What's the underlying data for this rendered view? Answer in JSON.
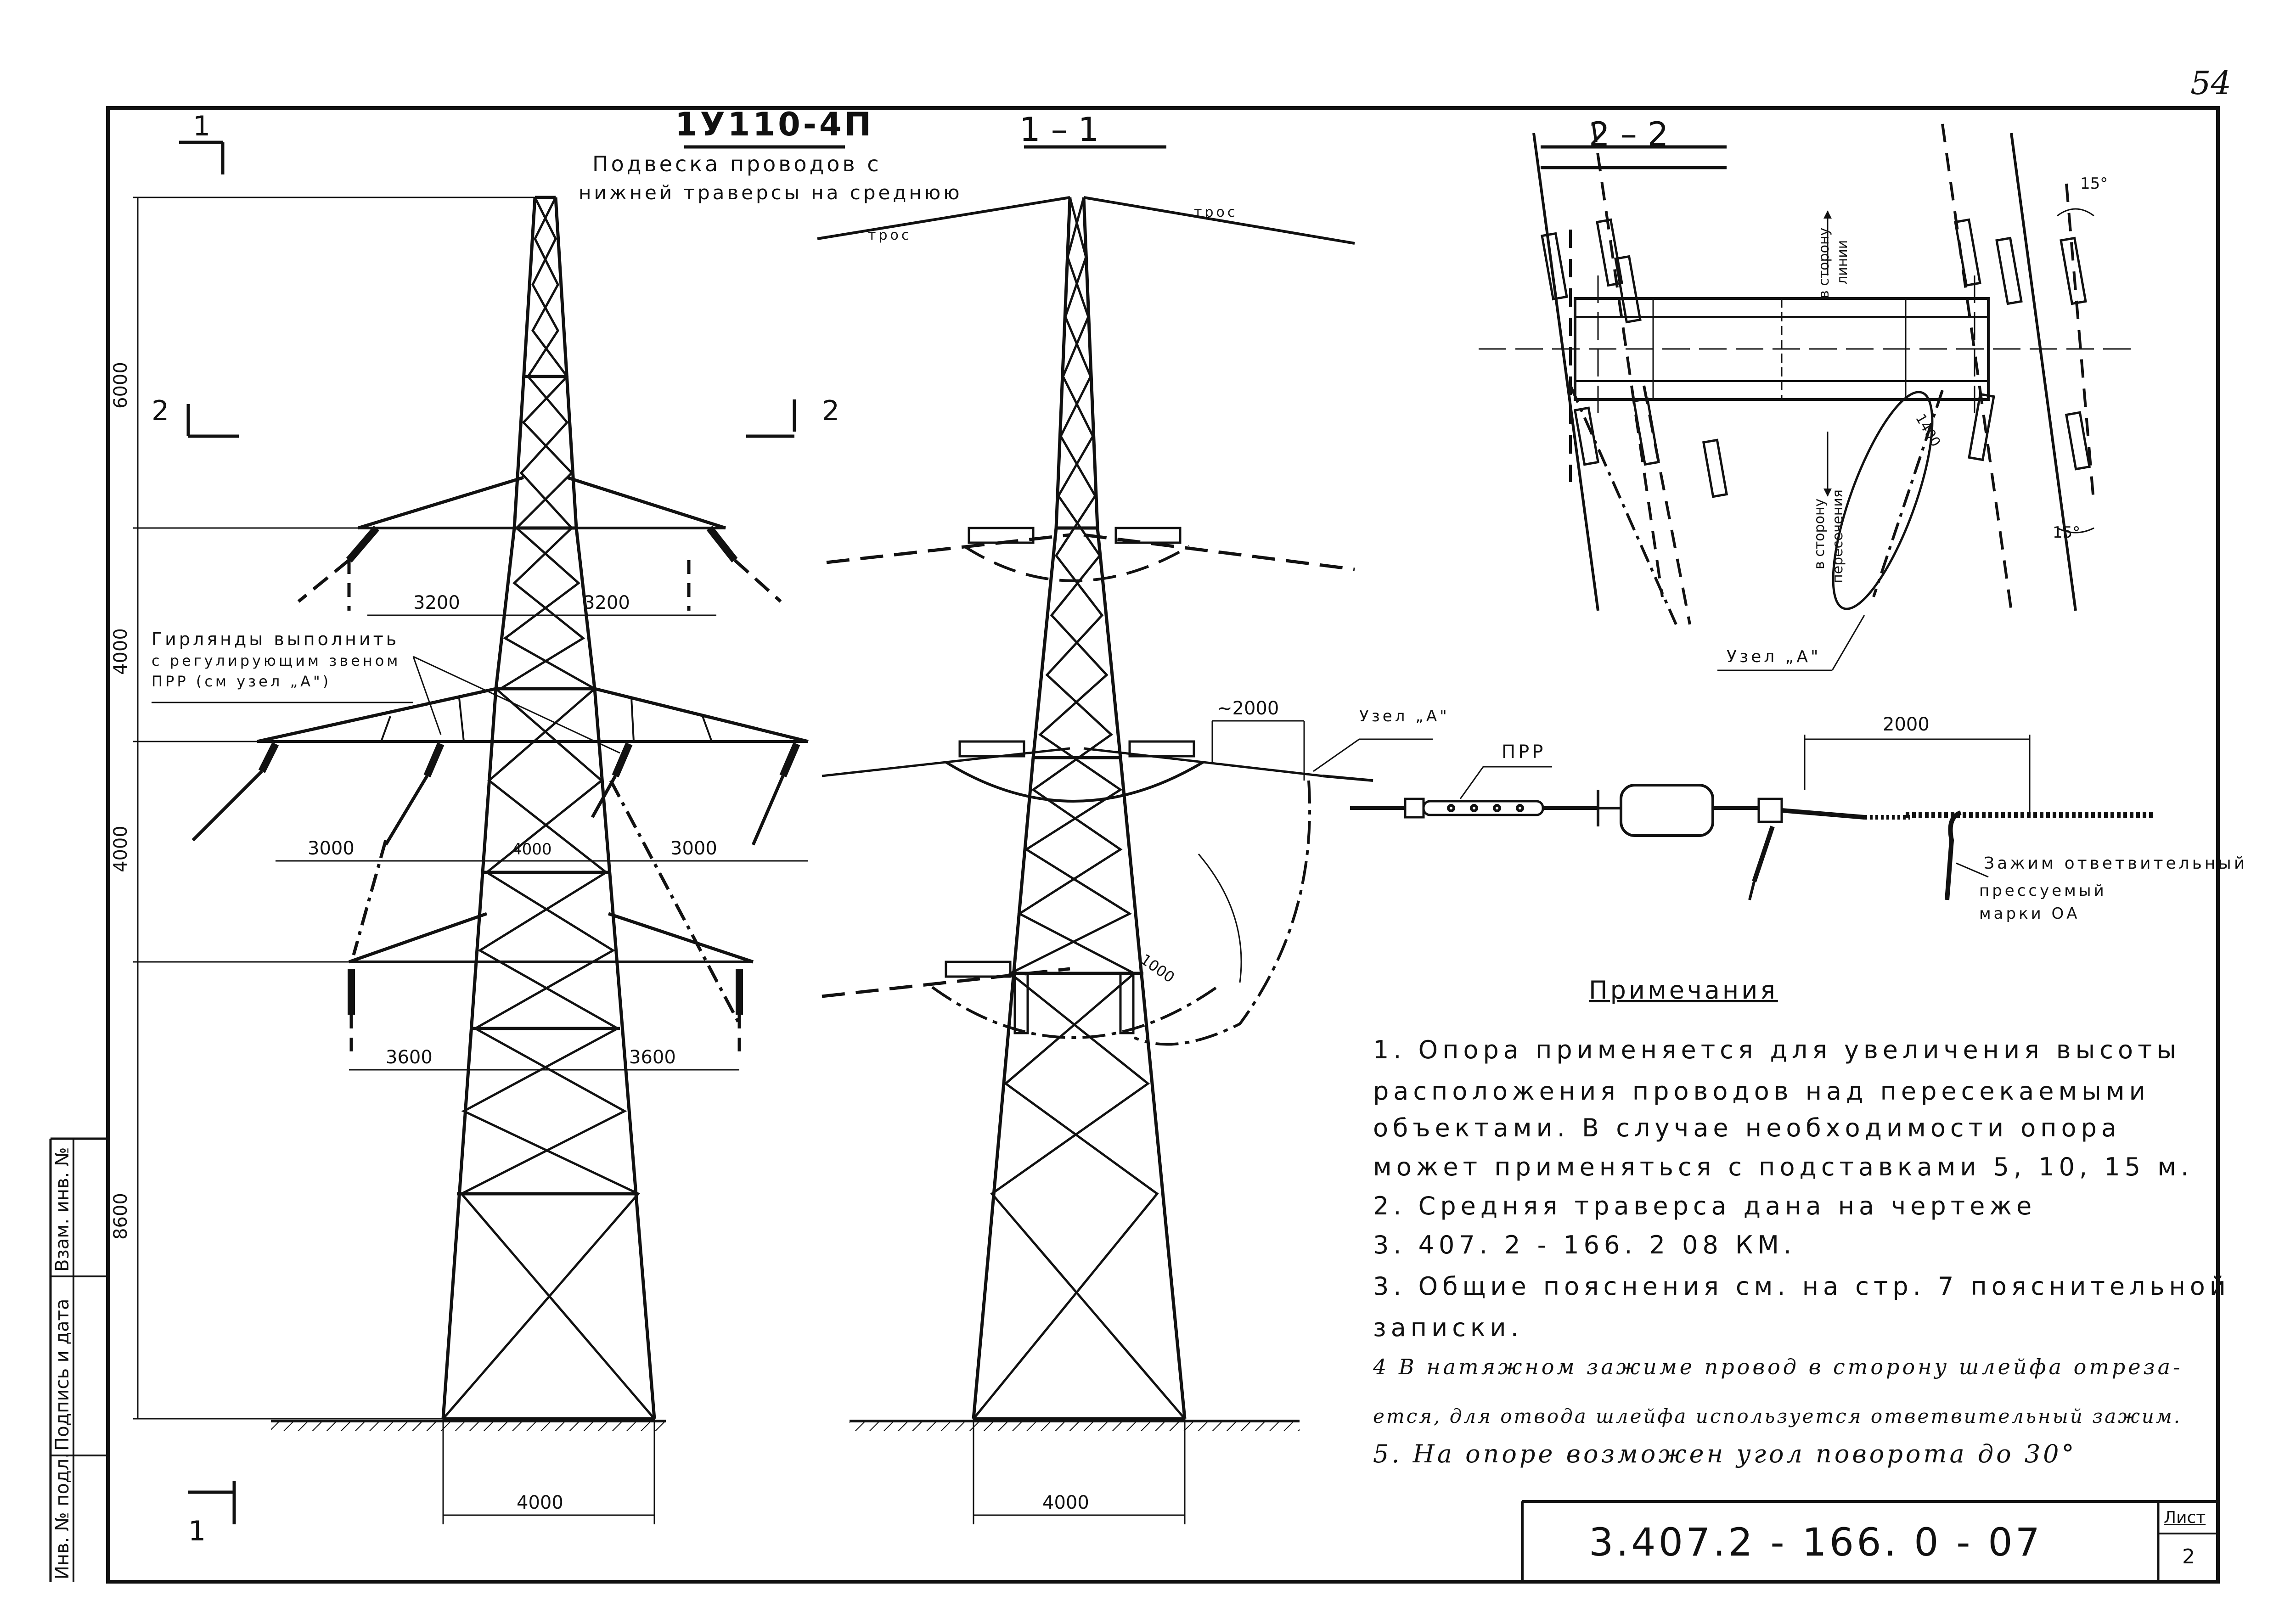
{
  "sheet": {
    "page_number": "54",
    "drawing_code": "3.407.2 - 166. 0 - 07",
    "list_label": "Лист",
    "list_number": "2",
    "title_block": {
      "inv_no": "Инв. № подл.",
      "sign_date": "Подпись и дата",
      "replace_inv": "Взам. инв. №"
    }
  },
  "title": {
    "main": "1У110-4П",
    "subtitle_line1": "Подвеска   проводов   с",
    "subtitle_line2": "нижней траверсы на среднюю"
  },
  "section_marks": {
    "sec1": "1",
    "sec2": "2",
    "view_1_1": "1 – 1",
    "view_2_2": "2 – 2"
  },
  "front_view": {
    "heights": [
      "6000",
      "4000",
      "4000",
      "8600"
    ],
    "widths": [
      "3200",
      "3200",
      "3000",
      "3000",
      "4000",
      "3600",
      "3600",
      "4000"
    ],
    "callout": [
      "Гирлянды выполнить",
      "с регулирующим звеном",
      "ПРР (см узел „А\")"
    ]
  },
  "side_view": {
    "cable_left": "трос",
    "cable_right": "трос",
    "dim_2000": "~2000",
    "dim_1000": "1000",
    "base_width": "4000"
  },
  "plan_view": {
    "toward_line": [
      "в сторону",
      "линии"
    ],
    "toward_crossing": [
      "в сторону",
      "пересечения"
    ],
    "angle_top": "15°",
    "angle_bottom": "15°",
    "dim_1400": "1400",
    "node_label": "Узел „А\""
  },
  "node_a": {
    "label": "Узел „А\"",
    "prr": "ПРР",
    "dim": "2000",
    "clamp_lines": [
      "Зажим ответвительный",
      "прессуемый",
      "марки ОА"
    ]
  },
  "notes": {
    "heading": "Примечания",
    "lines": [
      "1. Опора  применяется  для  увеличения  высоты",
      "расположения  проводов  над  пересекаемыми",
      "объектами.  В  случае  необходимости  опора",
      "может  применяться  с  подставками  5, 10, 15  м.",
      "2. Средняя  траверса  дана  на  чертеже",
      "3. 407. 2  -  166.  2  08 КМ.",
      "3. Общие  пояснения  см.  на  стр. 7  пояснительной",
      "записки.",
      "4 В  натяжном  зажиме  провод  в  сторону  шлейфа  отреза-",
      "ется, для  отвода  шлейфа  используется  ответвительный  зажим.",
      "5. На опоре возможен угол поворота до 30°"
    ]
  }
}
